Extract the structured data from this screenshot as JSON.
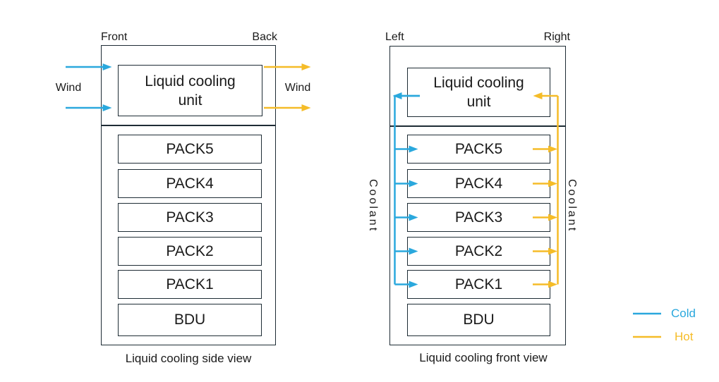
{
  "colors": {
    "cold": "#2AA8DD",
    "hot": "#F5BC28",
    "border": "#1e2c35",
    "text": "#1a1a1a"
  },
  "left_diagram": {
    "corner_labels": {
      "left": "Front",
      "right": "Back"
    },
    "wind_left": "Wind",
    "wind_right": "Wind",
    "unit_lines": [
      "Liquid cooling",
      "unit"
    ],
    "packs": [
      "PACK5",
      "PACK4",
      "PACK3",
      "PACK2",
      "PACK1"
    ],
    "bdu": "BDU",
    "caption": "Liquid cooling side view"
  },
  "right_diagram": {
    "corner_labels": {
      "left": "Left",
      "right": "Right"
    },
    "coolant_left": "Coolant",
    "coolant_right": "Coolant",
    "unit_lines": [
      "Liquid cooling",
      "unit"
    ],
    "packs": [
      "PACK5",
      "PACK4",
      "PACK3",
      "PACK2",
      "PACK1"
    ],
    "bdu": "BDU",
    "caption": "Liquid cooling front view"
  },
  "legend": {
    "cold_label": "Cold",
    "hot_label": "Hot"
  }
}
